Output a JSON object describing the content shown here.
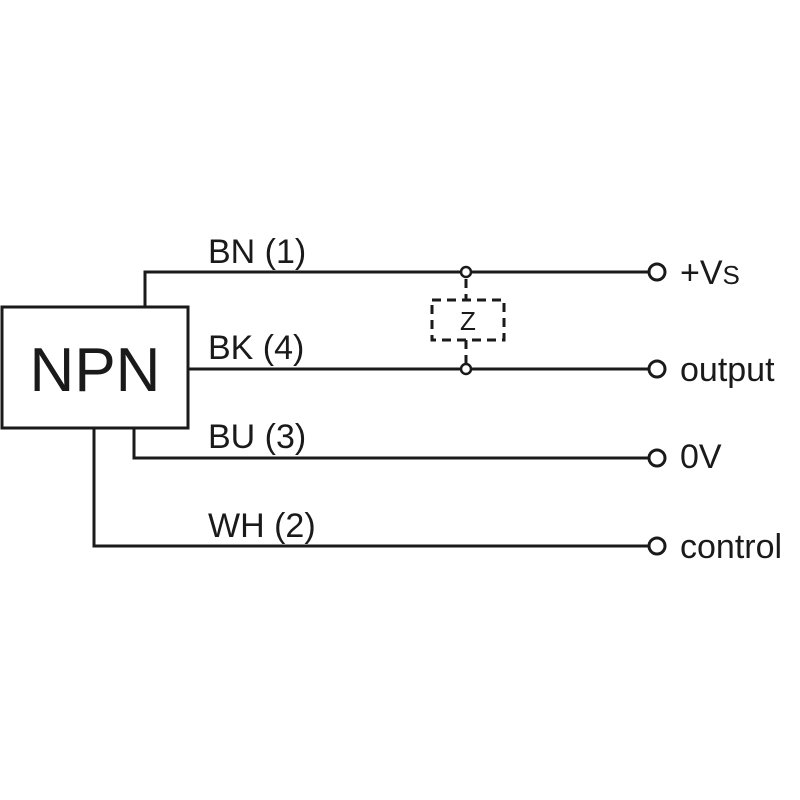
{
  "sensor": {
    "type_label": "NPN"
  },
  "wires": [
    {
      "code": "BN (1)",
      "terminal": "+V",
      "terminal_sub": "S"
    },
    {
      "code": "BK (4)",
      "terminal": "output"
    },
    {
      "code": "BU (3)",
      "terminal": "0V"
    },
    {
      "code": "WH (2)",
      "terminal": "control"
    }
  ],
  "load": {
    "label": "Z"
  },
  "colors": {
    "line": "#1a1a1a",
    "background": "#ffffff"
  }
}
